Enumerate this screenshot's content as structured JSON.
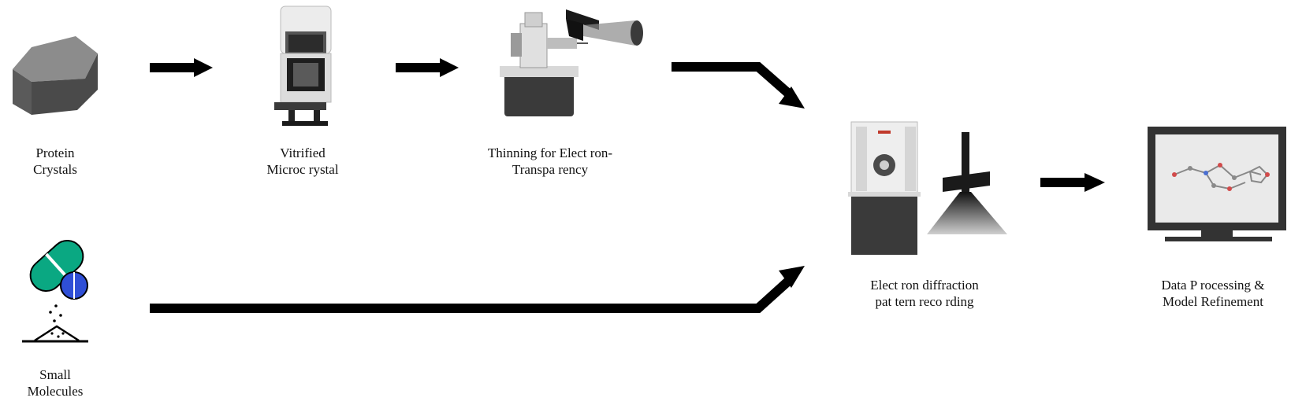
{
  "nodes": {
    "protein_crystals": {
      "line1": "Protein",
      "line2": "Crystals"
    },
    "vitrified": {
      "line1": "Vitrified",
      "line2": "Microc rystal"
    },
    "thinning": {
      "line1": "Thinning   for Elect ron-",
      "line2": "Transpa   rency"
    },
    "small_molecules": {
      "line1": "Small",
      "line2": "Molecules"
    },
    "diffraction": {
      "line1": "Elect ron diffraction",
      "line2": "pat tern  reco rding"
    },
    "processing": {
      "line1": "Data P rocessing &",
      "line2": "Model  Refinement"
    }
  },
  "colors": {
    "arrow": "#000000",
    "crystal_top": "#8c8c8c",
    "crystal_front": "#5a5a5a",
    "crystal_side": "#444444",
    "capsule": "#0aa882",
    "pill": "#2f4fd6",
    "instrument_dark": "#3a3a3a",
    "instrument_light": "#e6e6e6",
    "accent_red": "#c0392b"
  },
  "icons": [
    "crystal-icon",
    "vitrobot-icon",
    "fib-sem-icon",
    "capsule-icon",
    "powder-icon",
    "cryo-em-icon",
    "diffraction-beam-icon",
    "monitor-icon"
  ]
}
